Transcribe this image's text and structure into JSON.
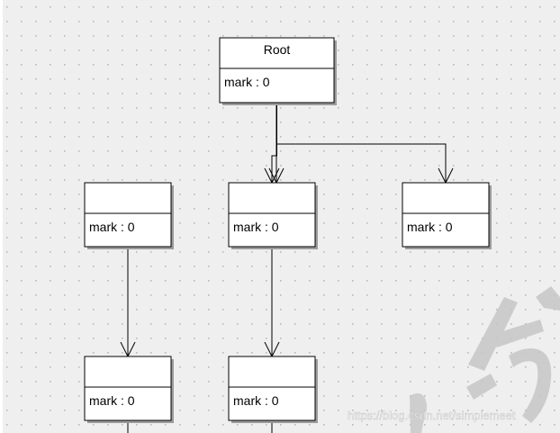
{
  "diagram": {
    "nodes": [
      {
        "id": "root",
        "title": "Root",
        "attribute": "mark : 0"
      },
      {
        "id": "a",
        "title": "",
        "attribute": "mark : 0"
      },
      {
        "id": "b",
        "title": "",
        "attribute": "mark : 0"
      },
      {
        "id": "c",
        "title": "",
        "attribute": "mark : 0"
      },
      {
        "id": "d",
        "title": "",
        "attribute": "mark : 0"
      },
      {
        "id": "e",
        "title": "",
        "attribute": "mark : 0"
      }
    ],
    "edges": [
      {
        "from": "root",
        "to": "a"
      },
      {
        "from": "root",
        "to": "b"
      },
      {
        "from": "root",
        "to": "c"
      },
      {
        "from": "a",
        "to": "d"
      },
      {
        "from": "b",
        "to": "e"
      }
    ]
  },
  "watermark": {
    "text": "https://blog.csdn.net/simplemeet"
  }
}
